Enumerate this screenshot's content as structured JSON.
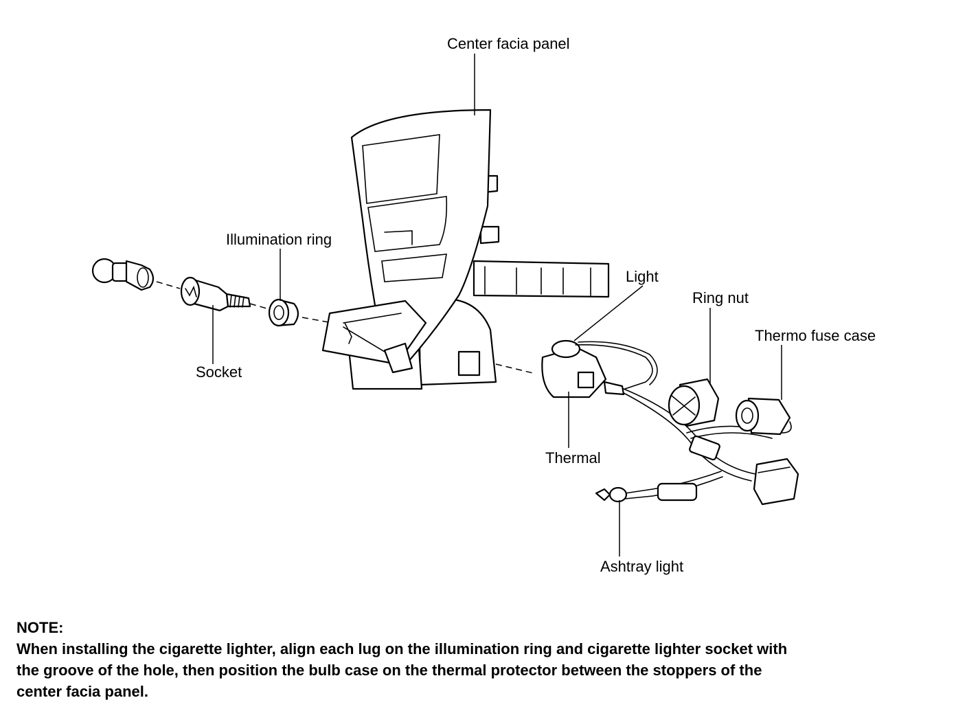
{
  "labels": {
    "center_facia_panel": "Center facia panel",
    "illumination_ring": "Illumination ring",
    "socket": "Socket",
    "light": "Light",
    "ring_nut": "Ring nut",
    "thermo_fuse_case": "Thermo fuse case",
    "thermal": "Thermal",
    "ashtray_light": "Ashtray light"
  },
  "note": {
    "heading": "NOTE:",
    "lines": [
      "When installing the cigarette lighter, align each lug on the illumination ring and cigarette lighter socket with",
      "the groove of the hole, then position the bulb case on the thermal protector between the stoppers of the",
      "center facia panel."
    ]
  }
}
